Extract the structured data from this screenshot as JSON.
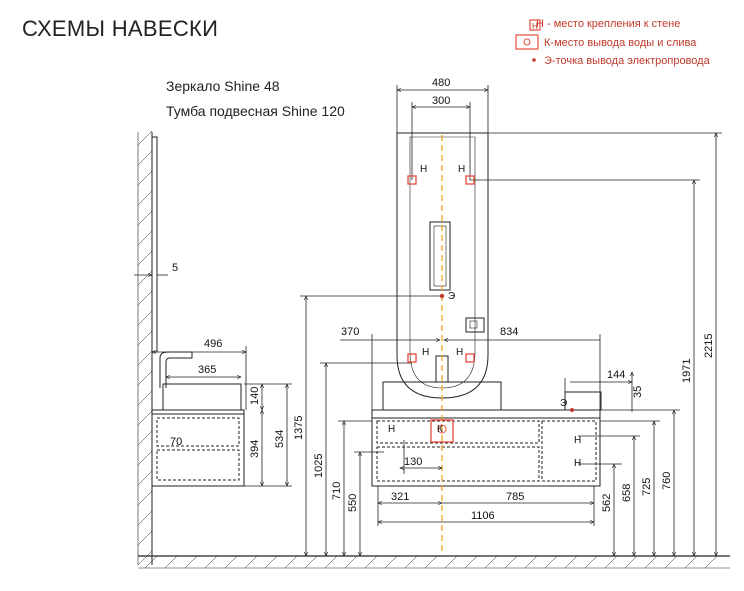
{
  "page_title": "СХЕМЫ НАВЕСКИ",
  "products": [
    "Зеркало Shine 48",
    "Тумба подвесная Shine 120"
  ],
  "legend": {
    "mount": {
      "symbol": "Н",
      "text": "Н - место крепления к стене"
    },
    "water": {
      "text": "К-место вывода воды и слива"
    },
    "electric": {
      "text": "Э-точка вывода электропровода"
    }
  },
  "marks": {
    "mount": "Н",
    "water": "К",
    "electric": "Э"
  },
  "dimensions": {
    "d480": "480",
    "d300": "300",
    "d5": "5",
    "d496": "496",
    "d365": "365",
    "d370": "370",
    "d834": "834",
    "d144": "144",
    "d35": "35",
    "d140": "140",
    "d534": "534",
    "d394": "394",
    "d70": "70",
    "d1375": "1375",
    "d1025": "1025",
    "d710": "710",
    "d550": "550",
    "d130": "130",
    "d321": "321",
    "d785": "785",
    "d1106": "1106",
    "d562": "562",
    "d658": "658",
    "d725": "725",
    "d760": "760",
    "d1971": "1971",
    "d2215": "2215"
  },
  "colors": {
    "line": "#222222",
    "mount": "#e74c3c",
    "axis": "#f39c12",
    "electric": "#c0392b",
    "legend_text": "#c0392b"
  }
}
